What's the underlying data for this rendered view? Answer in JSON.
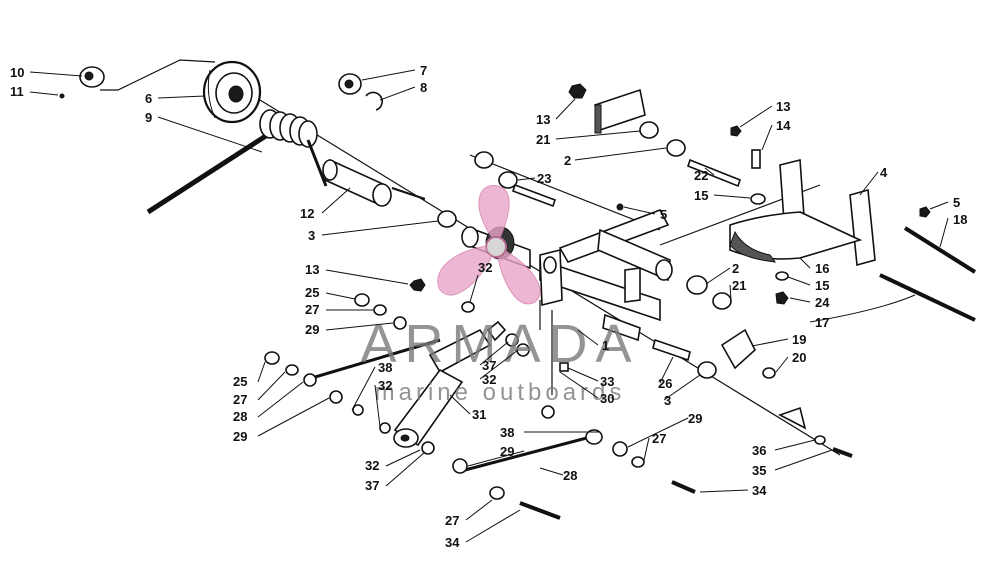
{
  "watermark": {
    "brand": "ARMADA",
    "tagline": "marine outboards",
    "logo_color": "#e8a6c8",
    "text_color": "#7a7a7a"
  },
  "callouts": [
    {
      "id": "c10",
      "text": "10"
    },
    {
      "id": "c11",
      "text": "11"
    },
    {
      "id": "c6",
      "text": "6"
    },
    {
      "id": "c9",
      "text": "9"
    },
    {
      "id": "c7",
      "text": "7"
    },
    {
      "id": "c8",
      "text": "8"
    },
    {
      "id": "c12",
      "text": "12"
    },
    {
      "id": "c3a",
      "text": "3"
    },
    {
      "id": "c13a",
      "text": "13"
    },
    {
      "id": "c21a",
      "text": "21"
    },
    {
      "id": "c2a",
      "text": "2"
    },
    {
      "id": "c23",
      "text": "23"
    },
    {
      "id": "c13b",
      "text": "13"
    },
    {
      "id": "c14",
      "text": "14"
    },
    {
      "id": "c22",
      "text": "22"
    },
    {
      "id": "c15a",
      "text": "15"
    },
    {
      "id": "c5a",
      "text": "5"
    },
    {
      "id": "c4",
      "text": "4"
    },
    {
      "id": "c5b",
      "text": "5"
    },
    {
      "id": "c18",
      "text": "18"
    },
    {
      "id": "c13c",
      "text": "13"
    },
    {
      "id": "c32a",
      "text": "32"
    },
    {
      "id": "c25a",
      "text": "25"
    },
    {
      "id": "c27a",
      "text": "27"
    },
    {
      "id": "c29a",
      "text": "29"
    },
    {
      "id": "c2b",
      "text": "2"
    },
    {
      "id": "c21b",
      "text": "21"
    },
    {
      "id": "c16",
      "text": "16"
    },
    {
      "id": "c15b",
      "text": "15"
    },
    {
      "id": "c24",
      "text": "24"
    },
    {
      "id": "c17",
      "text": "17"
    },
    {
      "id": "c1",
      "text": "1"
    },
    {
      "id": "c19",
      "text": "19"
    },
    {
      "id": "c20",
      "text": "20"
    },
    {
      "id": "c25b",
      "text": "25"
    },
    {
      "id": "c38a",
      "text": "38"
    },
    {
      "id": "c37a",
      "text": "37"
    },
    {
      "id": "c32b",
      "text": "32"
    },
    {
      "id": "c33",
      "text": "33"
    },
    {
      "id": "c32c",
      "text": "32"
    },
    {
      "id": "c30",
      "text": "30"
    },
    {
      "id": "c27b",
      "text": "27"
    },
    {
      "id": "c28a",
      "text": "28"
    },
    {
      "id": "c31",
      "text": "31"
    },
    {
      "id": "c26",
      "text": "26"
    },
    {
      "id": "c3b",
      "text": "3"
    },
    {
      "id": "c29b",
      "text": "29"
    },
    {
      "id": "c29c",
      "text": "29"
    },
    {
      "id": "c38b",
      "text": "38"
    },
    {
      "id": "c27c",
      "text": "27"
    },
    {
      "id": "c29d",
      "text": "29"
    },
    {
      "id": "c36",
      "text": "36"
    },
    {
      "id": "c32d",
      "text": "32"
    },
    {
      "id": "c35",
      "text": "35"
    },
    {
      "id": "c37b",
      "text": "37"
    },
    {
      "id": "c28b",
      "text": "28"
    },
    {
      "id": "c34a",
      "text": "34"
    },
    {
      "id": "c27d",
      "text": "27"
    },
    {
      "id": "c34b",
      "text": "34"
    }
  ]
}
